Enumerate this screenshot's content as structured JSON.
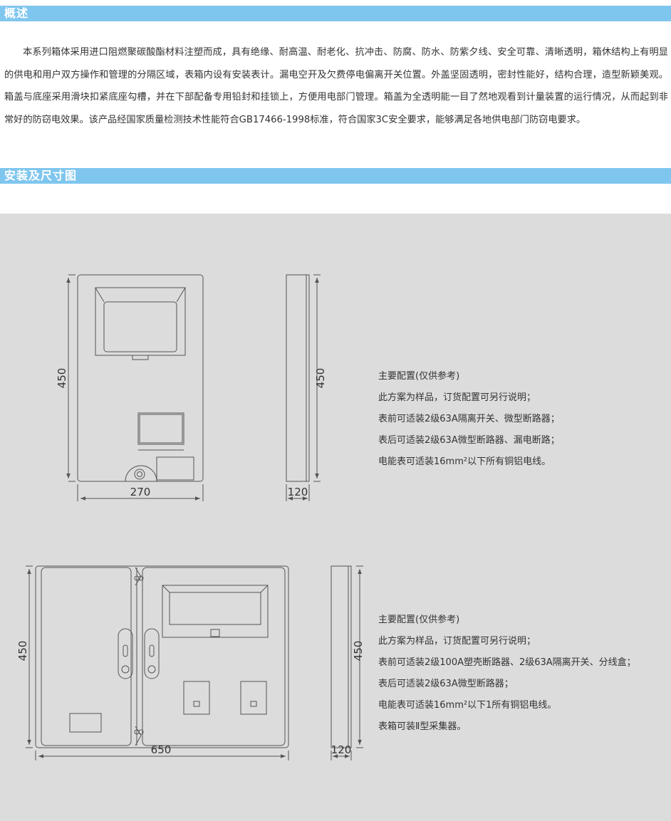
{
  "section1": {
    "title": "概述"
  },
  "intro": {
    "text": "本系列箱体采用进口阻燃聚碳酸酯材料注塑而成，具有绝缘、耐高温、耐老化、抗冲击、防腐、防水、防紫夕线、安全可靠、清晰透明，箱休结构上有明显的供电和用户双方操作和管理的分隔区域，表箱内设有安装表计。漏电空开及欠费停电偏离开关位置。外盖坚固透明，密封性能好，结构合理，造型新颖美观。箱盖与底座采用滑块扣紧底座勾槽，并在下部配备专用铅封和挂锁上，方便用电部门管理。箱盖为全透明能一目了然地观看到计量装置的运行情况，从而起到非常好的防窃电效果。该产品经国家质量检测技术性能符合GB17466-1998标准，符合国家3C安全要求，能够满足各地供电部门防窃电要求。"
  },
  "section2": {
    "title": "安装及尺寸图"
  },
  "drawing1": {
    "height_label": "450",
    "width_label": "270",
    "side_height_label": "450",
    "depth_label": "120",
    "notes": [
      "主要配置(仅供参考)",
      "此方案为样品，订货配置可另行说明；",
      "表前可适装2级63A隔离开关、微型断路器；",
      "表后可适装2级63A微型断路器、漏电断路；",
      "电能表可适装16mm²以下所有铜铝电线。"
    ]
  },
  "drawing2": {
    "height_label": "450",
    "width_label": "650",
    "side_height_label": "450",
    "depth_label": "120",
    "notes": [
      "主要配置(仅供参考)",
      "此方案为样品，订货配置可另行说明；",
      "表前可适装2级100A塑壳断路器、2级63A隔离开关、分线盒；",
      "表后可适装2级63A微型断路器；",
      "电能表可适装16mm²以下1所有铜铝电线。",
      "表箱可装Ⅱ型采集器。"
    ]
  }
}
